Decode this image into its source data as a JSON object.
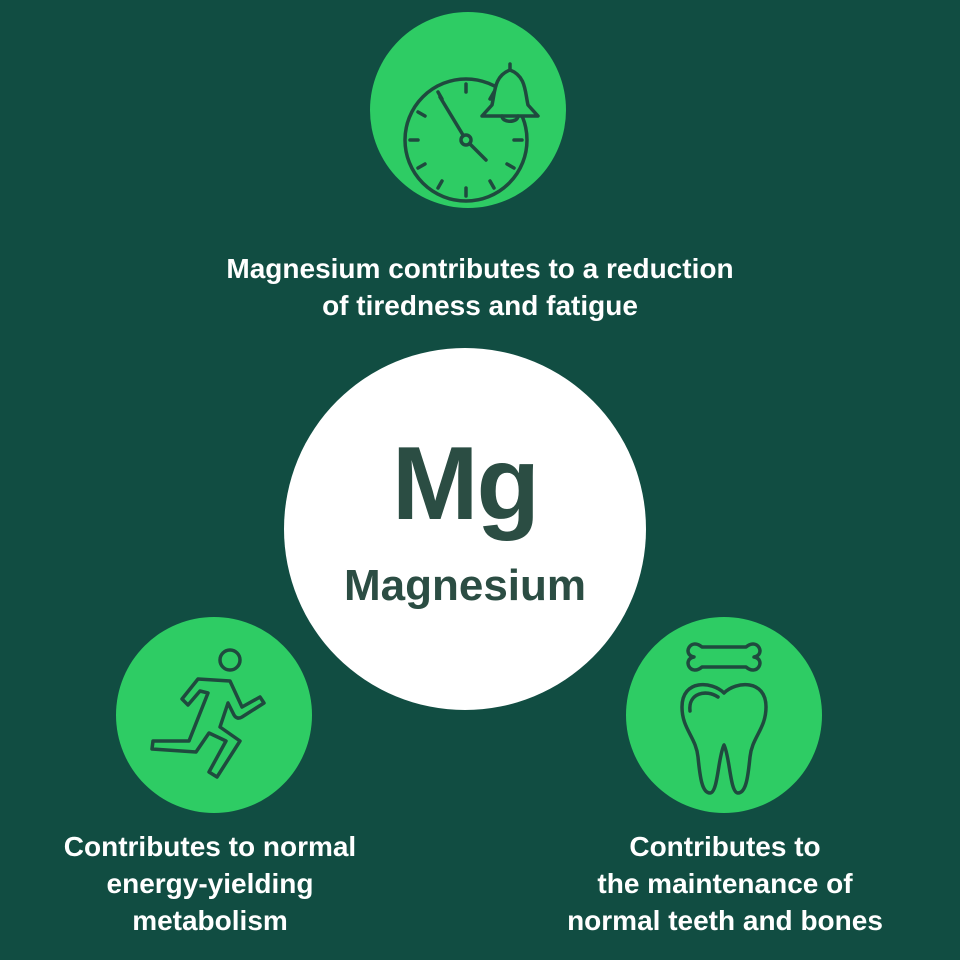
{
  "center": {
    "symbol": "Mg",
    "name": "Magnesium"
  },
  "benefits": [
    {
      "icon": "clock-bell-icon",
      "lines": [
        "Magnesium contributes to a reduction",
        "of tiredness and fatigue"
      ]
    },
    {
      "icon": "running-person-icon",
      "lines": [
        "Contributes to normal",
        "energy-yielding",
        "metabolism"
      ]
    },
    {
      "icon": "tooth-bone-icon",
      "lines": [
        "Contributes to",
        "the maintenance of",
        "normal teeth and bones"
      ]
    }
  ],
  "colors": {
    "background": "#114d42",
    "accent_green": "#2ecc64",
    "center_circle": "#ffffff",
    "symbol_text": "#2b4d43",
    "caption_text": "#ffffff",
    "icon_stroke": "#1f4a3e"
  }
}
